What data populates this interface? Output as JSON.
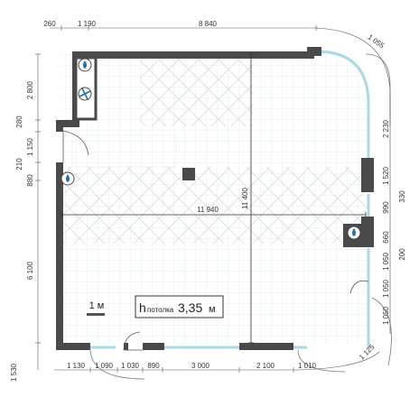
{
  "top_dimensions": [
    "260",
    "1 190",
    "8 840",
    "1 055"
  ],
  "left_dimensions": [
    "2 800",
    "280",
    "1 150",
    "210",
    "880",
    "6 100",
    "1 530"
  ],
  "right_dimensions": [
    "2 230",
    "1 520",
    "990",
    "330",
    "660",
    "200",
    "1 050",
    "1 050",
    "1 050",
    "1 125"
  ],
  "bottom_dimensions": [
    "1 130",
    "1 090",
    "1 030",
    "890",
    "3 000",
    "2 100",
    "1 010"
  ],
  "inner_dimensions": {
    "width": "11 940",
    "height": "11 400"
  },
  "scale": {
    "label": "1 м"
  },
  "ceiling": {
    "h": "h",
    "sub": "потолка",
    "value": "3,35",
    "unit": "м"
  },
  "icons": [
    "water-drop-icon",
    "fan-icon",
    "water-drop-icon",
    "water-drop-icon"
  ]
}
